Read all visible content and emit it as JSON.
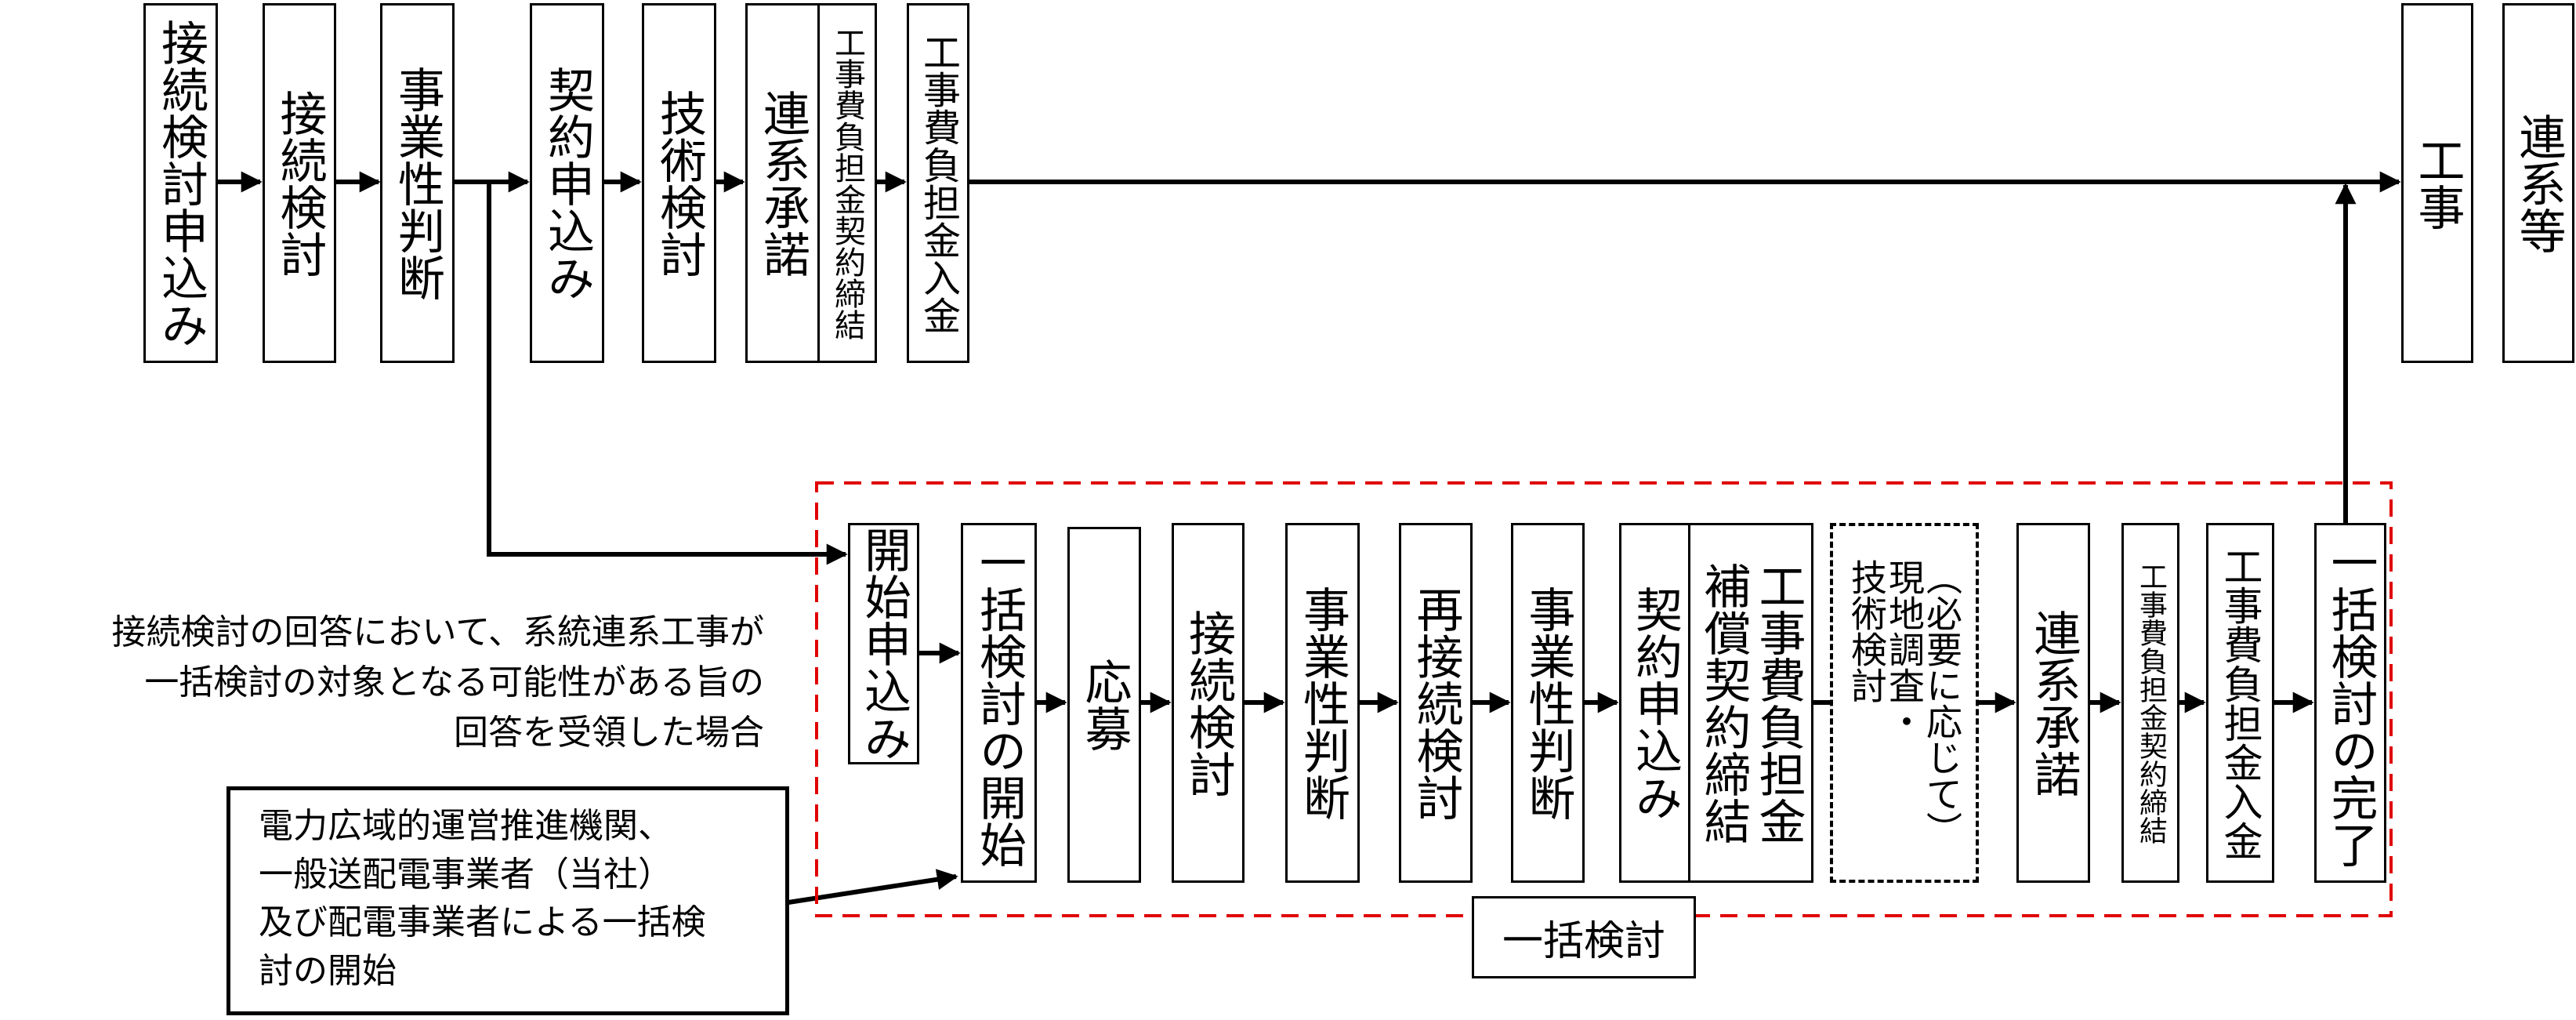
{
  "top_flow": {
    "steps": [
      "接続検討申込み",
      "接続検討",
      "事業性判断",
      "契約申込み",
      "技術検討",
      "連系承諾",
      "工事費負担金契約締結",
      "工事費負担金入金"
    ],
    "end_steps": [
      "工事",
      "連系等"
    ]
  },
  "bulk_study": {
    "label": "一括検討",
    "frame_color": "#e00000",
    "steps": [
      "開始申込み",
      "一括検討の開始",
      "応募",
      "接続検討",
      "事業性判断",
      "再接続検討",
      "事業性判断",
      "契約申込み",
      "工事費負担金",
      "補償契約締結",
      "（必要に応じて）",
      "現地調査・",
      "技術検討",
      "連系承諾",
      "工事費負担金契約締結",
      "工事費負担金入金",
      "一括検討の完了"
    ]
  },
  "notes": {
    "condition": [
      "接続検討の回答において、系統連系工事が",
      "一括検討の対象となる可能性がある旨の",
      "回答を受領した場合"
    ],
    "initiation": [
      "電力広域的運営推進機関、",
      "一般送配電事業者（当社）",
      "及び配電事業者による一括検",
      "討の開始"
    ]
  }
}
